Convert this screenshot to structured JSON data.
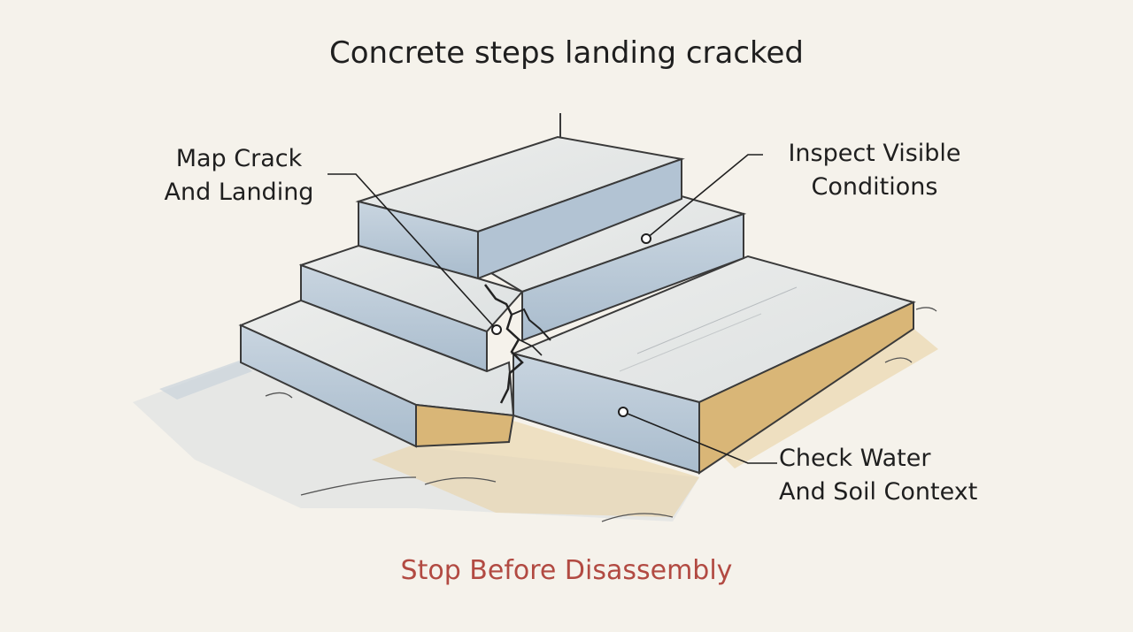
{
  "title": "Concrete steps landing cracked",
  "callouts": {
    "map_crack": {
      "line1": "Map Crack",
      "line2": "And Landing"
    },
    "inspect": {
      "line1": "Inspect Visible",
      "line2": "Conditions"
    },
    "water_soil": {
      "line1": "Check Water",
      "line2": "And Soil Context"
    }
  },
  "footer": "Stop Before Disassembly",
  "colors": {
    "background": "#f5f2eb",
    "concrete_top": "#e4e6e6",
    "concrete_side": "#b9c8d6",
    "ink": "#2a2a2a",
    "warm_shadow": "#e7c98f",
    "footer_text": "#b24a42"
  }
}
